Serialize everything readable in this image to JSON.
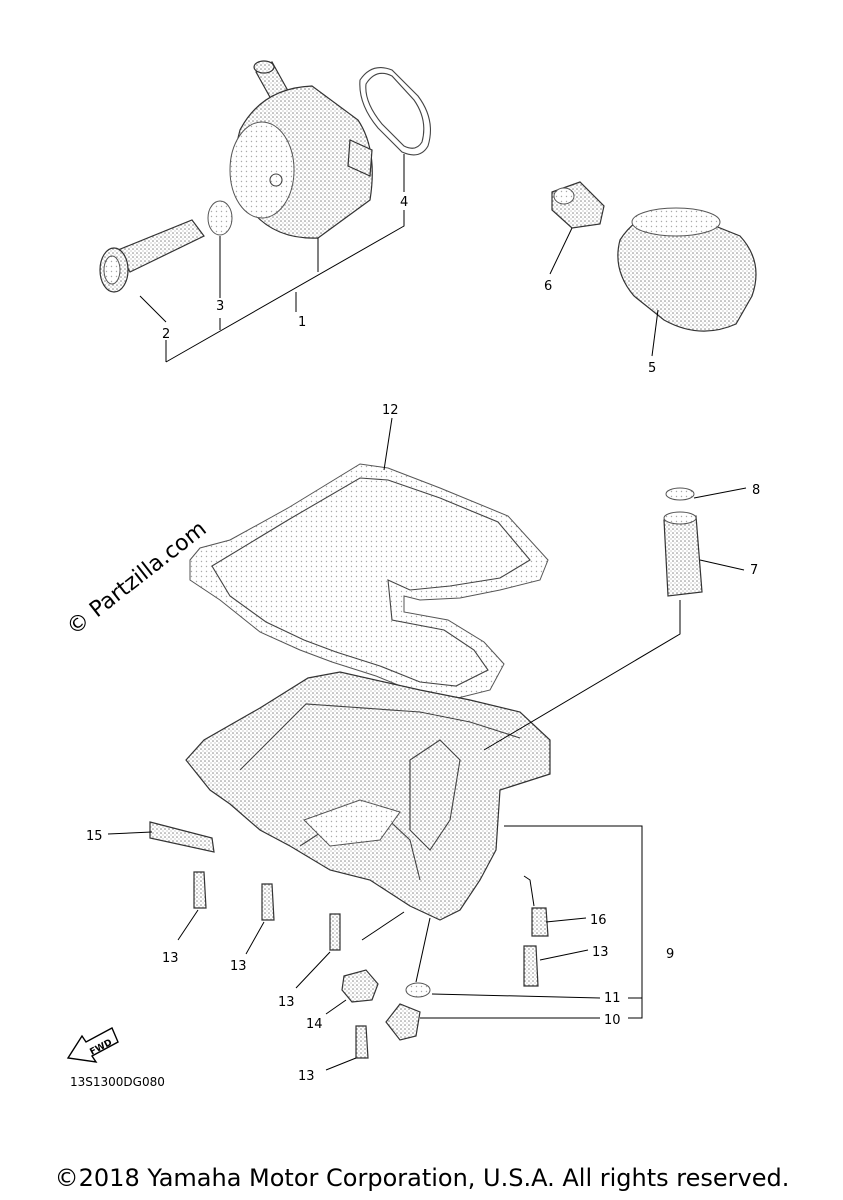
{
  "callouts": {
    "c1": "1",
    "c2": "2",
    "c3": "3",
    "c4": "4",
    "c5": "5",
    "c6": "6",
    "c7": "7",
    "c8": "8",
    "c9": "9",
    "c10": "10",
    "c11": "11",
    "c12": "12",
    "c13a": "13",
    "c13b": "13",
    "c13c": "13",
    "c13d": "13",
    "c13e": "13",
    "c14": "14",
    "c15": "15",
    "c16": "16"
  },
  "fwd_label": "FWD",
  "diagram_code": "13S1300DG080",
  "watermark": "© Partzilla.com",
  "copyright": "©2018 Yamaha Motor Corporation, U.S.A. All rights reserved."
}
